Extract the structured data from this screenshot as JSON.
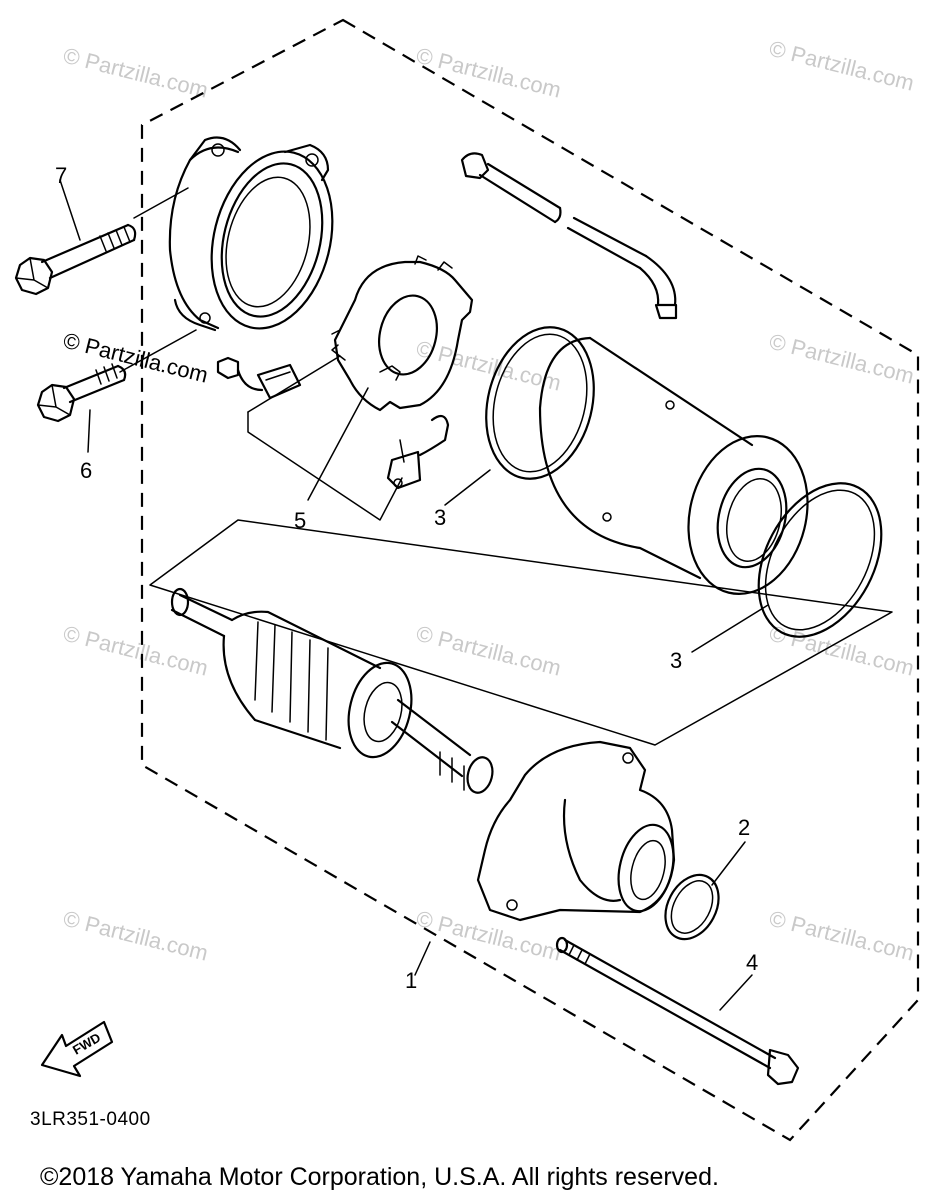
{
  "diagram": {
    "part_labels": {
      "p1": "1",
      "p2": "2",
      "p3a": "3",
      "p3b": "3",
      "p4": "4",
      "p5": "5",
      "p6": "6",
      "p7": "7"
    },
    "watermark": "© Partzilla.com",
    "fwd_label": "FWD",
    "diagram_code": "3LR351-0400",
    "copyright": "©2018 Yamaha Motor Corporation, U.S.A. All rights reserved."
  }
}
